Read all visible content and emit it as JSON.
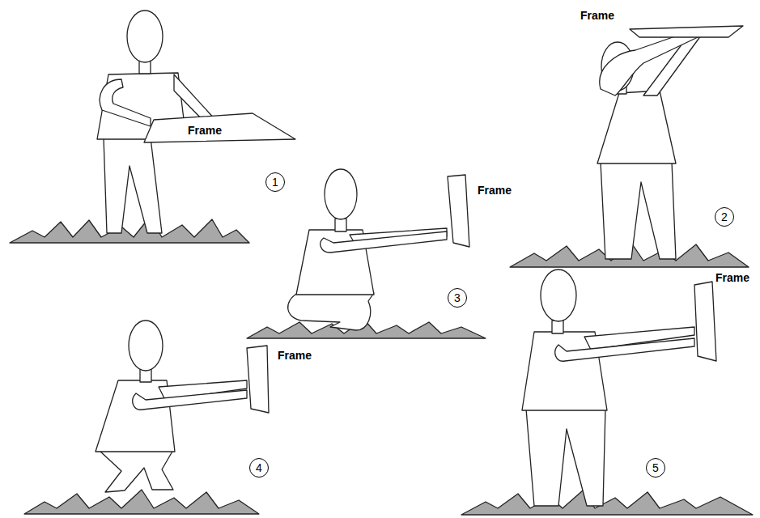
{
  "diagram": {
    "nodes": [
      {
        "text": [
          "1"
        ]
      },
      {
        "text": [
          "2"
        ]
      },
      {
        "text": [
          "3"
        ]
      },
      {
        "text": [
          "4"
        ]
      },
      {
        "text": [
          "5"
        ]
      }
    ],
    "labels": [
      "Frame",
      "Frame",
      "Frame",
      "Frame",
      "Frame"
    ]
  }
}
